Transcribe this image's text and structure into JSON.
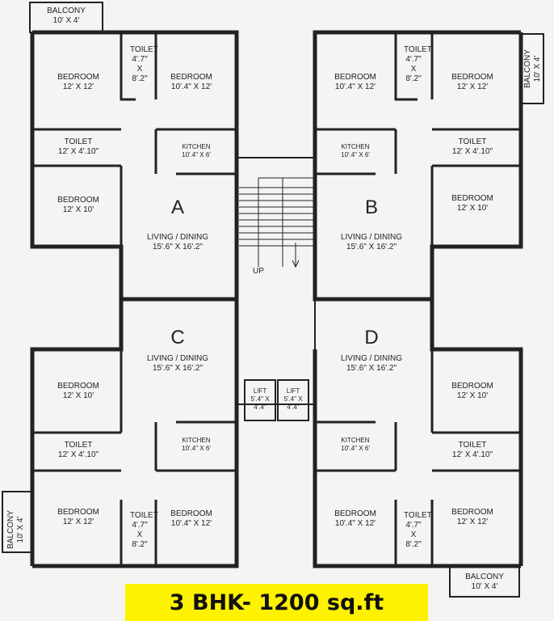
{
  "units": {
    "A": {
      "label": "A",
      "rooms": [
        {
          "name": "BALCONY",
          "dims": "10' X 4'"
        },
        {
          "name": "BEDROOM",
          "dims": "12' X 12'"
        },
        {
          "name": "TOILET",
          "dims": "4'.7\" X 8'.2\""
        },
        {
          "name": "BEDROOM",
          "dims": "10'.4\" X 12'"
        },
        {
          "name": "TOILET",
          "dims": "12' X 4'.10\""
        },
        {
          "name": "KITCHEN",
          "dims": "10'.4\" X 6'"
        },
        {
          "name": "BEDROOM",
          "dims": "12' X 10'"
        },
        {
          "name": "LIVING / DINING",
          "dims": "15'.6\" X 16'.2\""
        }
      ]
    },
    "B": {
      "label": "B",
      "rooms": [
        {
          "name": "BALCONY",
          "dims": "10' X 4'"
        },
        {
          "name": "BEDROOM",
          "dims": "12' X 12'"
        },
        {
          "name": "TOILET",
          "dims": "4'.7\" X 8'.2\""
        },
        {
          "name": "BEDROOM",
          "dims": "10'.4\" X 12'"
        },
        {
          "name": "TOILET",
          "dims": "12' X 4'.10\""
        },
        {
          "name": "KITCHEN",
          "dims": "10'.4\" X 6'"
        },
        {
          "name": "BEDROOM",
          "dims": "12' X 10'"
        },
        {
          "name": "LIVING / DINING",
          "dims": "15'.6\" X 16'.2\""
        }
      ]
    },
    "C": {
      "label": "C",
      "rooms": [
        {
          "name": "BALCONY",
          "dims": "10' X 4'"
        },
        {
          "name": "BEDROOM",
          "dims": "12' X 12'"
        },
        {
          "name": "TOILET",
          "dims": "4'.7\" X 8'.2\""
        },
        {
          "name": "BEDROOM",
          "dims": "10'.4\" X 12'"
        },
        {
          "name": "TOILET",
          "dims": "12' X 4'.10\""
        },
        {
          "name": "KITCHEN",
          "dims": "10'.4\" X 6'"
        },
        {
          "name": "BEDROOM",
          "dims": "12' X 10'"
        },
        {
          "name": "LIVING / DINING",
          "dims": "15'.6\" X 16'.2\""
        }
      ]
    },
    "D": {
      "label": "D",
      "rooms": [
        {
          "name": "BALCONY",
          "dims": "10' X 4'"
        },
        {
          "name": "BEDROOM",
          "dims": "12' X 12'"
        },
        {
          "name": "TOILET",
          "dims": "4'.7\" X 8'.2\""
        },
        {
          "name": "BEDROOM",
          "dims": "10'.4\" X 12'"
        },
        {
          "name": "TOILET",
          "dims": "12' X 4'.10\""
        },
        {
          "name": "KITCHEN",
          "dims": "10'.4\" X 6'"
        },
        {
          "name": "BEDROOM",
          "dims": "12' X 10'"
        },
        {
          "name": "LIVING / DINING",
          "dims": "15'.6\" X 16'.2\""
        }
      ]
    }
  },
  "core": {
    "stair_label": "UP",
    "lifts": [
      {
        "name": "LIFT",
        "dims1": "5'.4\" X",
        "dims2": "4'.4\""
      },
      {
        "name": "LIFT",
        "dims1": "5'.4\" X",
        "dims2": "4'.4\""
      }
    ]
  },
  "banner": {
    "text": "3 BHK- 1200 sq.ft",
    "color": "#fff200"
  }
}
